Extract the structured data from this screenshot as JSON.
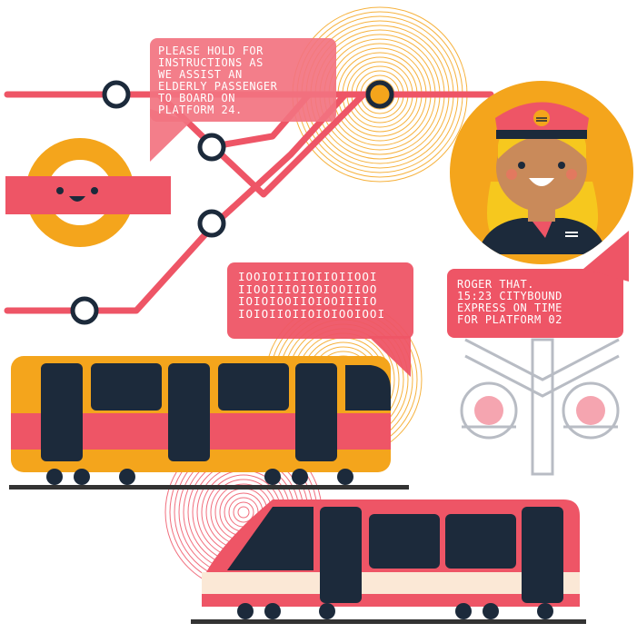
{
  "colors": {
    "red": "#ee5566",
    "orange": "#f4a51c",
    "navy": "#1c2a3b",
    "pink_light": "#f5a5b0",
    "cream": "#fbe8d6",
    "skin": "#c98a5a",
    "white": "#ffffff",
    "rails": "#333333",
    "signal_gray": "#b8bcc4"
  },
  "icons": {
    "underground_logo": "underground-roundel-smiley",
    "conductor": "train-conductor-avatar",
    "signal": "railway-crossing-signal"
  },
  "bubbles": {
    "station_announcement": "PLEASE HOLD FOR\nINSTRUCTIONS AS\nWE ASSIST AN\nELDERLY PASSENGER\nTO BOARD ON\nPLATFORM 24.",
    "binary_message": "IOOIOIIIIOIIOIIOOI\nIIOOIIIOIIOIOOIIOO\nIOIOIOOIIOIOOIIIIO\nIOIOIIOIIOIOIOOIOOI",
    "conductor_reply": "ROGER THAT.\n15:23 CITYBOUND\nEXPRESS ON TIME\nFOR PLATFORM 02"
  }
}
